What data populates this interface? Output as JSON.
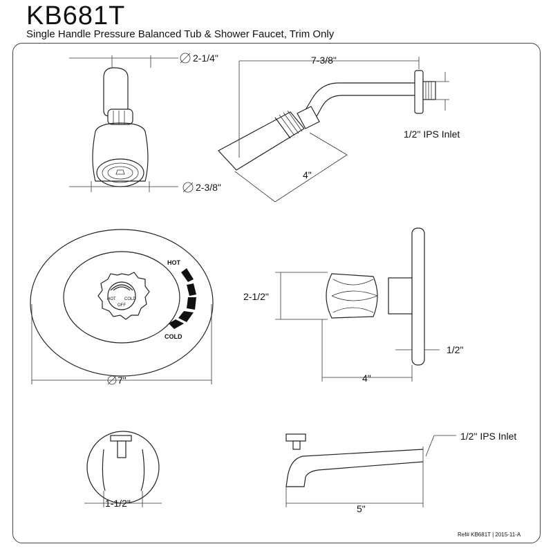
{
  "header": {
    "model": "KB681T",
    "description": "Single Handle Pressure Balanced Tub & Shower Faucet, Trim Only"
  },
  "shower_head": {
    "flange_diameter": "2-1/4\"",
    "head_diameter": "2-3/8\"",
    "arm_length": "7-3/8\"",
    "head_depth": "4\"",
    "inlet": "1/2\" IPS Inlet"
  },
  "valve_trim": {
    "plate_diameter": "7\"",
    "hot_label": "HOT",
    "cold_label": "COLD",
    "handle_hot": "HOT",
    "handle_cold": "COLD",
    "handle_off": "OFF",
    "handle_height": "2-1/2\"",
    "projection": "4\"",
    "plate_thickness": "1/2\""
  },
  "tub_spout": {
    "width": "1-1/2\"",
    "length": "5\"",
    "inlet": "1/2\" IPS Inlet"
  },
  "footer": {
    "ref": "Ref# KB681T | 2015-11-A"
  }
}
